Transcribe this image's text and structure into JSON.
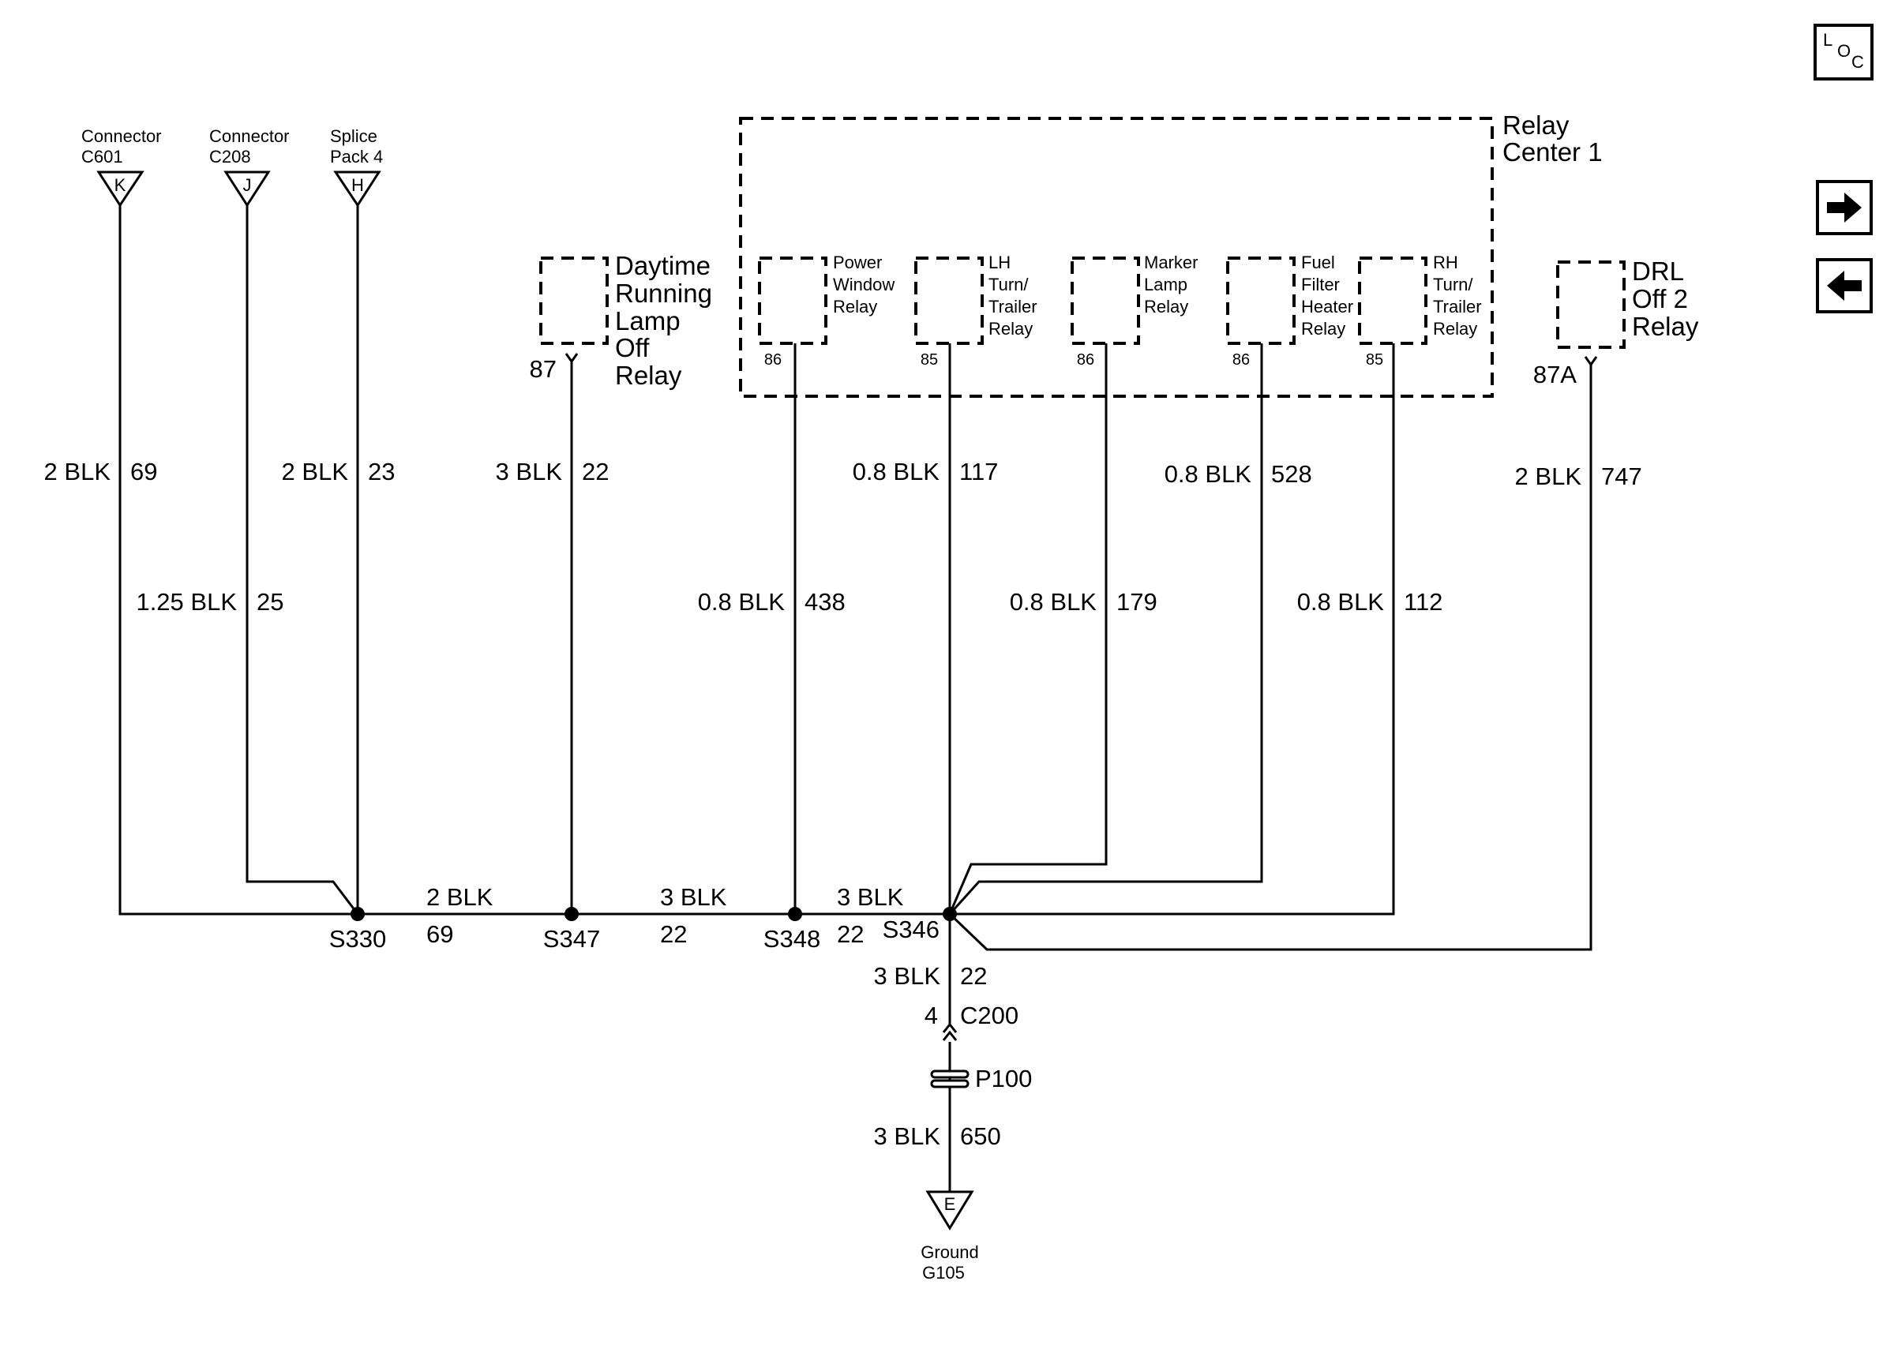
{
  "nav": {
    "loc_L": "L",
    "loc_O": "O",
    "loc_C": "C",
    "forward_icon": "arrow-right-icon",
    "back_icon": "arrow-left-icon"
  },
  "connectors": [
    {
      "id": "c601",
      "line1": "Connector",
      "line2": "C601",
      "pin": "K"
    },
    {
      "id": "c208",
      "line1": "Connector",
      "line2": "C208",
      "pin": "J"
    },
    {
      "id": "splice4",
      "line1": "Splice",
      "line2": "Pack 4",
      "pin": "H"
    }
  ],
  "relay_center": {
    "line1": "Relay",
    "line2": "Center 1"
  },
  "relays": {
    "drl_off": {
      "lines": [
        "Daytime",
        "Running",
        "Lamp",
        "Off",
        "Relay"
      ],
      "pin": "87"
    },
    "power_window": {
      "lines": [
        "Power",
        "Window",
        "Relay"
      ],
      "pin": "86"
    },
    "lh_turn": {
      "lines": [
        "LH",
        "Turn/",
        "Trailer",
        "Relay"
      ],
      "pin": "85"
    },
    "marker": {
      "lines": [
        "Marker",
        "Lamp",
        "Relay"
      ],
      "pin": "86"
    },
    "fuel_filter": {
      "lines": [
        "Fuel",
        "Filter",
        "Heater",
        "Relay"
      ],
      "pin": "86"
    },
    "rh_turn": {
      "lines": [
        "RH",
        "Turn/",
        "Trailer",
        "Relay"
      ],
      "pin": "85"
    },
    "drl_off2": {
      "lines": [
        "DRL",
        "Off 2",
        "Relay"
      ],
      "pin": "87A"
    }
  },
  "wires": {
    "w69_top": {
      "gauge": "2 BLK",
      "circuit": "69"
    },
    "w25": {
      "gauge": "1.25 BLK",
      "circuit": "25"
    },
    "w23": {
      "gauge": "2 BLK",
      "circuit": "23"
    },
    "w22_drl": {
      "gauge": "3 BLK",
      "circuit": "22"
    },
    "w438": {
      "gauge": "0.8 BLK",
      "circuit": "438"
    },
    "w117": {
      "gauge": "0.8 BLK",
      "circuit": "117"
    },
    "w179": {
      "gauge": "0.8 BLK",
      "circuit": "179"
    },
    "w528": {
      "gauge": "0.8 BLK",
      "circuit": "528"
    },
    "w112": {
      "gauge": "0.8 BLK",
      "circuit": "112"
    },
    "w747": {
      "gauge": "2 BLK",
      "circuit": "747"
    },
    "h69": {
      "gauge": "2 BLK",
      "circuit": "69"
    },
    "h22a": {
      "gauge": "3 BLK",
      "circuit": "22"
    },
    "h22b": {
      "gauge": "3 BLK",
      "circuit": "22"
    },
    "v22": {
      "gauge": "3 BLK",
      "circuit": "22"
    },
    "v650": {
      "gauge": "3 BLK",
      "circuit": "650"
    }
  },
  "splices": {
    "s330": "S330",
    "s347": "S347",
    "s348": "S348",
    "s346": "S346"
  },
  "c200": {
    "pin": "4",
    "name": "C200"
  },
  "p100": "P100",
  "ground": {
    "pin": "E",
    "line1": "Ground",
    "line2": "G105"
  }
}
